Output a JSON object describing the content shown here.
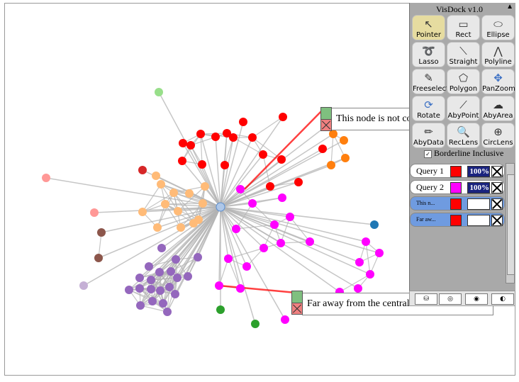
{
  "dock": {
    "title": "VisDock v1.0",
    "collapse_icon": "triangle-up-icon",
    "tools": [
      {
        "label": "Pointer",
        "icon": "pointer-icon",
        "active": true
      },
      {
        "label": "Rect",
        "icon": "rectangle-icon"
      },
      {
        "label": "Ellipse",
        "icon": "ellipse-icon"
      },
      {
        "label": "Lasso",
        "icon": "lasso-icon"
      },
      {
        "label": "Straight",
        "icon": "straight-line-icon"
      },
      {
        "label": "Polyline",
        "icon": "polyline-icon"
      },
      {
        "label": "Freeselect",
        "icon": "freeselect-icon"
      },
      {
        "label": "Polygon",
        "icon": "polygon-icon"
      },
      {
        "label": "PanZoom",
        "icon": "pan-zoom-icon"
      },
      {
        "label": "Rotate",
        "icon": "rotate-icon"
      },
      {
        "label": "AbyPoint",
        "icon": "annotate-point-icon"
      },
      {
        "label": "AbyArea",
        "icon": "annotate-area-icon"
      },
      {
        "label": "AbyData",
        "icon": "annotate-data-icon"
      },
      {
        "label": "RecLens",
        "icon": "rectangle-lens-icon"
      },
      {
        "label": "CircLens",
        "icon": "circle-lens-icon"
      }
    ],
    "borderline_label": "Borderline Inclusive",
    "borderline_checked": true,
    "queries": [
      {
        "name": "Query 1",
        "color": "#ff0000",
        "percent": "100%"
      },
      {
        "name": "Query 2",
        "color": "#ff00ff",
        "percent": "100%"
      },
      {
        "name": "This n...",
        "color": "#ff0000",
        "percent": ""
      },
      {
        "name": "Far aw...",
        "color": "#ff0000",
        "percent": ""
      }
    ],
    "set_ops": [
      "common-ops-icon",
      "intersect-icon",
      "union-icon",
      "difference-icon"
    ]
  },
  "annotations": [
    {
      "text": "This node is not connected to any other nodes"
    },
    {
      "text": "Far away from the central node"
    }
  ],
  "colors": {
    "selected_red": "#ff0000",
    "selected_magenta": "#ff00ff",
    "orange": "#ff7f0e",
    "peach": "#ffbb78",
    "purple": "#9467bd",
    "edge": "#b3b3b3"
  }
}
